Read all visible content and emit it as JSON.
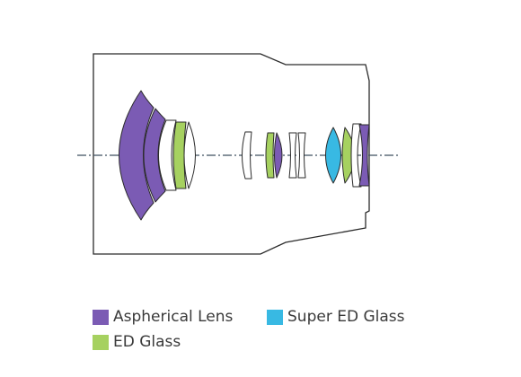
{
  "colors": {
    "aspherical": "#7b5bb4",
    "ed": "#a6d160",
    "super_ed": "#38b9e3",
    "outline": "#2b2b2b",
    "axis": "#3f4f5f",
    "plain_lens": "#ffffff"
  },
  "legend": [
    {
      "key": "aspherical",
      "label": "Aspherical Lens",
      "color": "#7b5bb4"
    },
    {
      "key": "super_ed",
      "label": "Super ED Glass",
      "color": "#38b9e3"
    },
    {
      "key": "ed",
      "label": "ED Glass",
      "color": "#a6d160"
    }
  ]
}
